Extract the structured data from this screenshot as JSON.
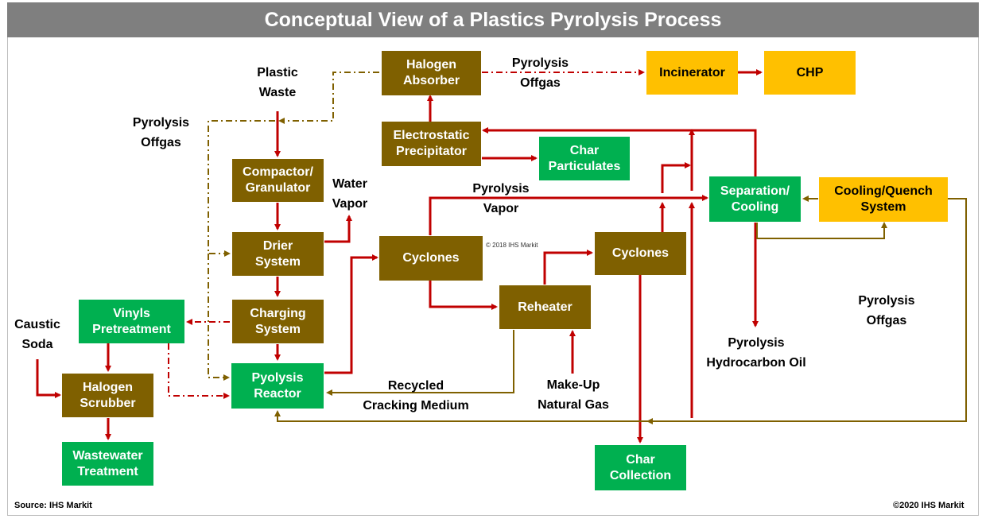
{
  "title": "Conceptual View of a Plastics Pyrolysis Process",
  "colors": {
    "process_box": "#7f6000",
    "output_box": "#00b050",
    "energy_box": "#ffc000",
    "main_flow": "#c00000",
    "return_flow": "#7f6000"
  },
  "nodes": {
    "compactor": "Compactor/\nGranulator",
    "drier": "Drier\nSystem",
    "charging": "Charging\nSystem",
    "reactor": "Pyolysis\nReactor",
    "cyclones1": "Cyclones",
    "cyclones2": "Cyclones",
    "reheater": "Reheater",
    "electrostatic": "Electrostatic\nPrecipitator",
    "halogen_absorber": "Halogen\nAbsorber",
    "incinerator": "Incinerator",
    "chp": "CHP",
    "char_particulates": "Char\nParticulates",
    "separation": "Separation/\nCooling",
    "quench": "Cooling/Quench\nSystem",
    "vinyls": "Vinyls\nPretreatment",
    "halogen_scrubber": "Halogen\nScrubber",
    "wastewater": "Wastewater\nTreatment",
    "char_collection": "Char\nCollection"
  },
  "labels": {
    "plastic_waste": "Plastic\nWaste",
    "pyrolysis_offgas_left": "Pyrolysis\nOffgas",
    "water_vapor": "Water\nVapor",
    "pyrolysis_offgas_top": "Pyrolysis\nOffgas",
    "pyrolysis_vapor": "Pyrolysis\nVapor",
    "caustic_soda": "Caustic\nSoda",
    "recycled_cracking": "Recycled\nCracking Medium",
    "makeup_gas": "Make-Up\nNatural Gas",
    "hydrocarbon_oil": "Pyrolysis\nHydrocarbon Oil",
    "pyrolysis_offgas_right": "Pyrolysis\nOffgas"
  },
  "watermark": "© 2018 IHS Markit",
  "footer": {
    "source": "Source: IHS Markit",
    "copyright": "©2020 IHS  Markit"
  }
}
